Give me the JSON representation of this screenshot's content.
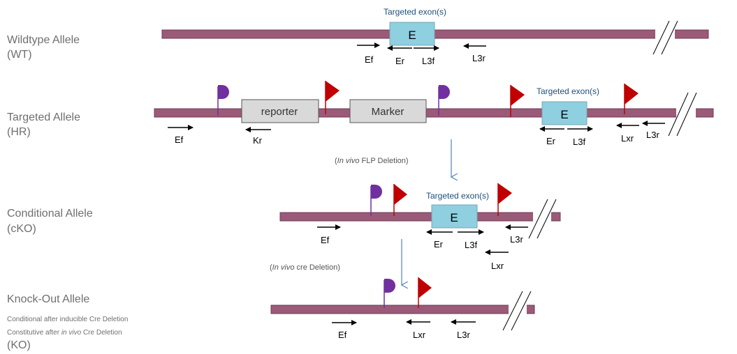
{
  "alleles": {
    "wt": {
      "name": "Wildtype Allele",
      "abbr": "(WT)"
    },
    "hr": {
      "name": "Targeted Allele",
      "abbr": "(HR)"
    },
    "cko": {
      "name": "Conditional Allele",
      "abbr": "(cKO)"
    },
    "ko": {
      "name": "Knock-Out Allele",
      "note1": "Conditional after inducible Cre Deletion",
      "note2_pre": "Constitutive after ",
      "note2_em": "in vivo",
      "note2_post": " Cre Deletion",
      "abbr": "(KO)"
    }
  },
  "exon_title": "Targeted exon(s)",
  "exon_label": "E",
  "cassettes": {
    "reporter": "reporter",
    "marker": "Marker"
  },
  "primers": {
    "ef": "Ef",
    "er": "Er",
    "l3f": "L3f",
    "l3r": "L3r",
    "kr": "Kr",
    "lxr": "Lxr"
  },
  "steps": {
    "flp": {
      "open": "(",
      "em": "In vivo",
      "rest": " FLP Deletion)"
    },
    "cre": {
      "open": "(",
      "em": "In vivo",
      "rest": " cre Deletion)"
    }
  },
  "colors": {
    "backbone": "#9b5a78",
    "backbone_edge": "#6e3a55",
    "exon": "#8ecfe0",
    "cassette": "#d9d9d9",
    "frt_flag": "#7030a0",
    "loxp_flag": "#c00000",
    "deletion_arrow": "#4f81bd",
    "exon_title": "#1f4e79"
  }
}
